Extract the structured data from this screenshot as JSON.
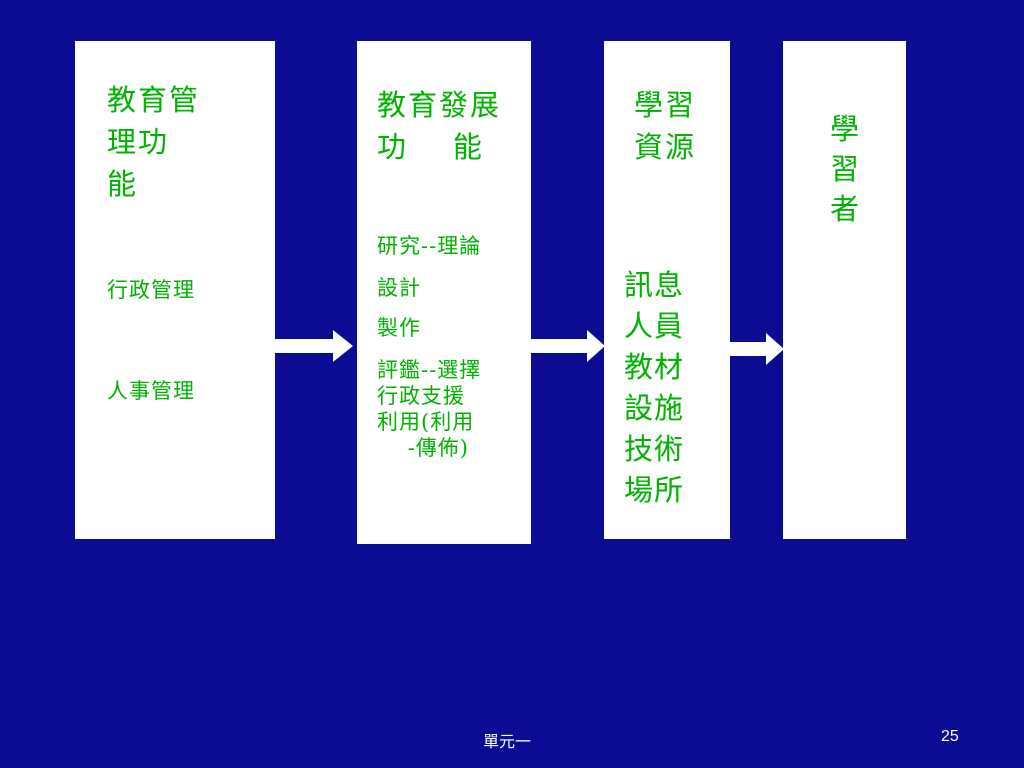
{
  "boxes": [
    {
      "title": "教育管\n理功\n能",
      "items": [
        "行政管理",
        "人事管理"
      ]
    },
    {
      "title": "教育發展\n功    能",
      "items": [
        "研究--理論",
        "設計",
        "製作",
        "評鑑--選擇\n行政支援\n利用(利用\n    -傳佈)"
      ]
    },
    {
      "title": "學習\n資源",
      "items": [
        "訊息\n人員\n教材\n設施\n技術\n場所"
      ]
    },
    {
      "title": "學\n習\n者",
      "items": []
    }
  ],
  "footer": {
    "center_text": "單元一",
    "page_number": "25"
  },
  "colors": {
    "background": "#0b0b94",
    "box_fill": "#ffffff",
    "text": "#00b300",
    "arrow": "#ffffff"
  }
}
